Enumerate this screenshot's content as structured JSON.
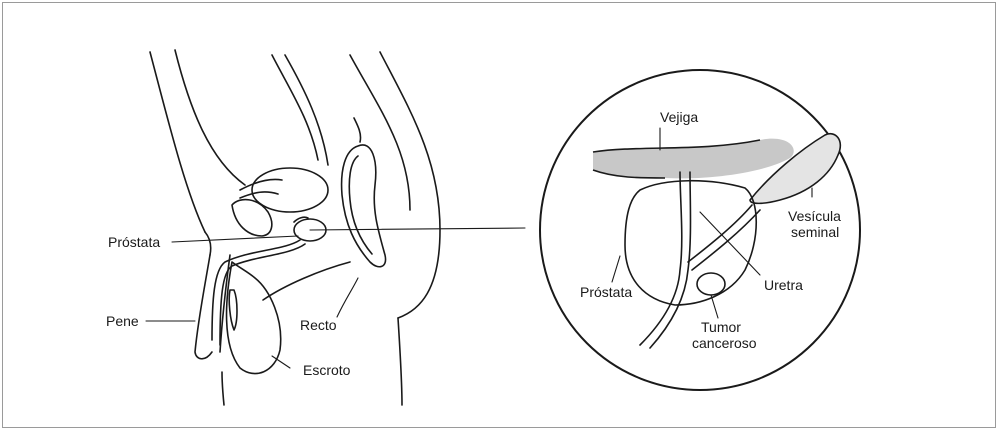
{
  "labels": {
    "prostata_left": "Próstata",
    "pene": "Pene",
    "recto": "Recto",
    "escroto": "Escroto",
    "vejiga": "Vejiga",
    "vesicula_line1": "Vesícula",
    "vesicula_line2": "seminal",
    "prostata_right": "Próstata",
    "uretra": "Uretra",
    "tumor_line1": "Tumor",
    "tumor_line2": "canceroso"
  },
  "colors": {
    "stroke": "#1a1a1a",
    "frame": "#9a9a9a",
    "bladder_shade": "#c8c8c8",
    "vesicle_shade": "#e4e4e4"
  }
}
